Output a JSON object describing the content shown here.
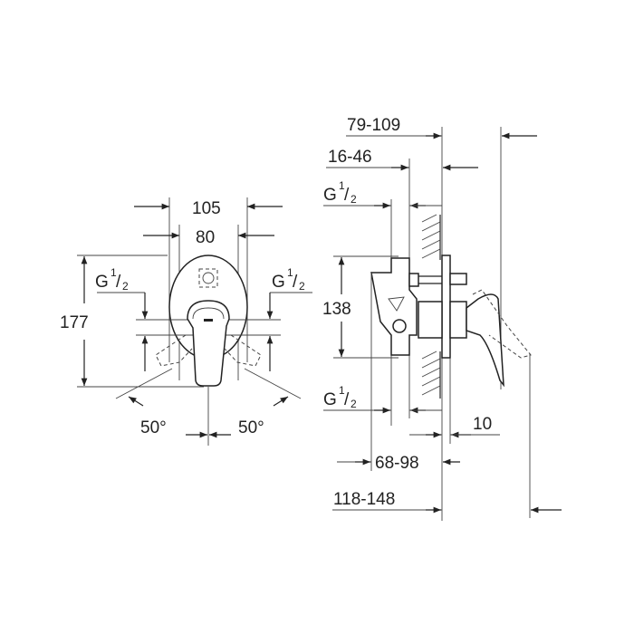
{
  "front_view": {
    "width_outer": "105",
    "width_inner": "80",
    "height": "177",
    "inlet_left": {
      "g": "G",
      "num": "1",
      "den": "2"
    },
    "inlet_right": {
      "g": "G",
      "num": "1",
      "den": "2"
    },
    "angle_left": "50°",
    "angle_right": "50°"
  },
  "side_view": {
    "depth_total": "79-109",
    "depth_wall": "16-46",
    "inlet_top": {
      "g": "G",
      "num": "1",
      "den": "2"
    },
    "body_height": "138",
    "inlet_bottom": {
      "g": "G",
      "num": "1",
      "den": "2"
    },
    "plate": "10",
    "install_depth": "68-98",
    "overall_depth": "118-148"
  }
}
